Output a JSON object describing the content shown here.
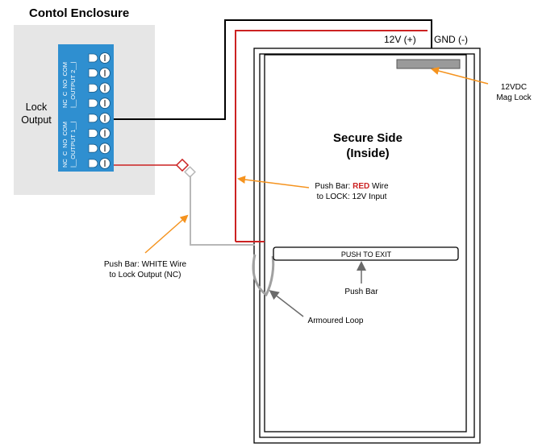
{
  "title": "Contol Enclosure",
  "enclosure": {
    "lock_output_line1": "Lock",
    "lock_output_line2": "Output",
    "output2_labels": [
      "NC",
      "C",
      "NO",
      "COM"
    ],
    "output2_name": "|__OUTPUT 2__|",
    "output1_labels": [
      "NC",
      "C",
      "NO",
      "COM"
    ],
    "output1_name": "|__OUTPUT 1__|",
    "terminal_count": 8
  },
  "power_labels": {
    "v12": "12V (+)",
    "gnd": "GND (-)"
  },
  "door": {
    "secure_side_line1": "Secure Side",
    "secure_side_line2": "(Inside)",
    "push_bar_text": "PUSH TO EXIT"
  },
  "callouts": {
    "mag_lock_line1": "12VDC",
    "mag_lock_line2": "Mag Lock",
    "red_wire_prefix": "Push Bar: ",
    "red_wire_highlight": "RED",
    "red_wire_suffix": " Wire",
    "red_wire_line2": "to LOCK: 12V Input",
    "white_wire_line1": "Push Bar: WHITE Wire",
    "white_wire_line2": "to Lock Output (NC)",
    "push_bar": "Push Bar",
    "armoured_loop": "Armoured Loop"
  },
  "colors": {
    "terminal_block": "#2f8fd0",
    "enclosure_bg": "#e6e6e6",
    "red_wire": "#cc2222",
    "white_wire": "#b8b8b8",
    "black_wire": "#000000",
    "callout_arrow": "#f5931e",
    "mag_lock": "#9a9a9a",
    "red_text": "#cc2222"
  }
}
